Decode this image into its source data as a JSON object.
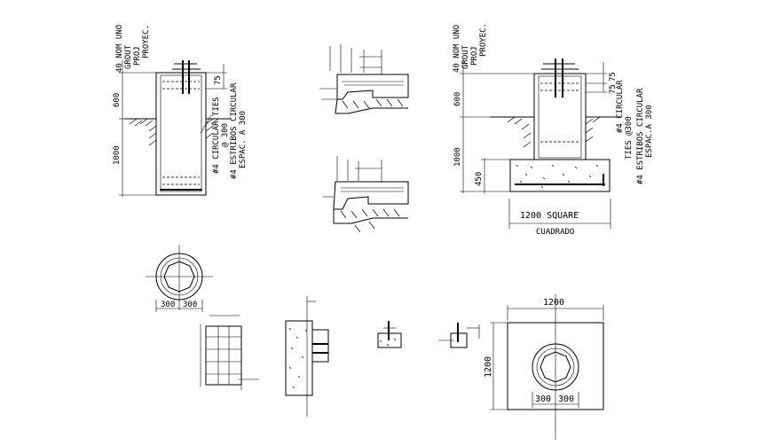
{
  "drawing": {
    "column_elevation_left": {
      "label_top_1": "40 NOM UNO",
      "label_top_2": "GROUT",
      "label_top_3": "PROJ",
      "label_top_4": "PROYEC.",
      "dim_75": "75",
      "dim_600": "600",
      "dim_1000": "1000",
      "note_1": "#4 CIRCULAR TIES",
      "note_2": "@ 300",
      "note_3": "#4 ESTRIBOS CIRCULAR",
      "note_4": "ESPAC. A 300"
    },
    "column_elevation_right": {
      "label_top_1": "40 NOM UNO",
      "label_top_2": "GROUT",
      "label_top_3": "PROJ",
      "label_top_4": "PROYEC.",
      "dim_75a": "75",
      "dim_75b": "75",
      "dim_600": "600",
      "dim_1000": "1000",
      "dim_450": "450",
      "note_1": "#4 CIRCULAR",
      "note_2": "TIES @300",
      "note_3": "#4 ESTRIBOS CIRCULAR",
      "note_4": "ESPAC.A 300",
      "square_1": "1200 SQUARE",
      "square_2": "CUADRADO"
    },
    "plan_small": {
      "dim_left": "300",
      "dim_right": "300"
    },
    "plan_footing": {
      "dim_top": "1200",
      "dim_side": "1200",
      "dim_left": "300",
      "dim_right": "300"
    }
  }
}
